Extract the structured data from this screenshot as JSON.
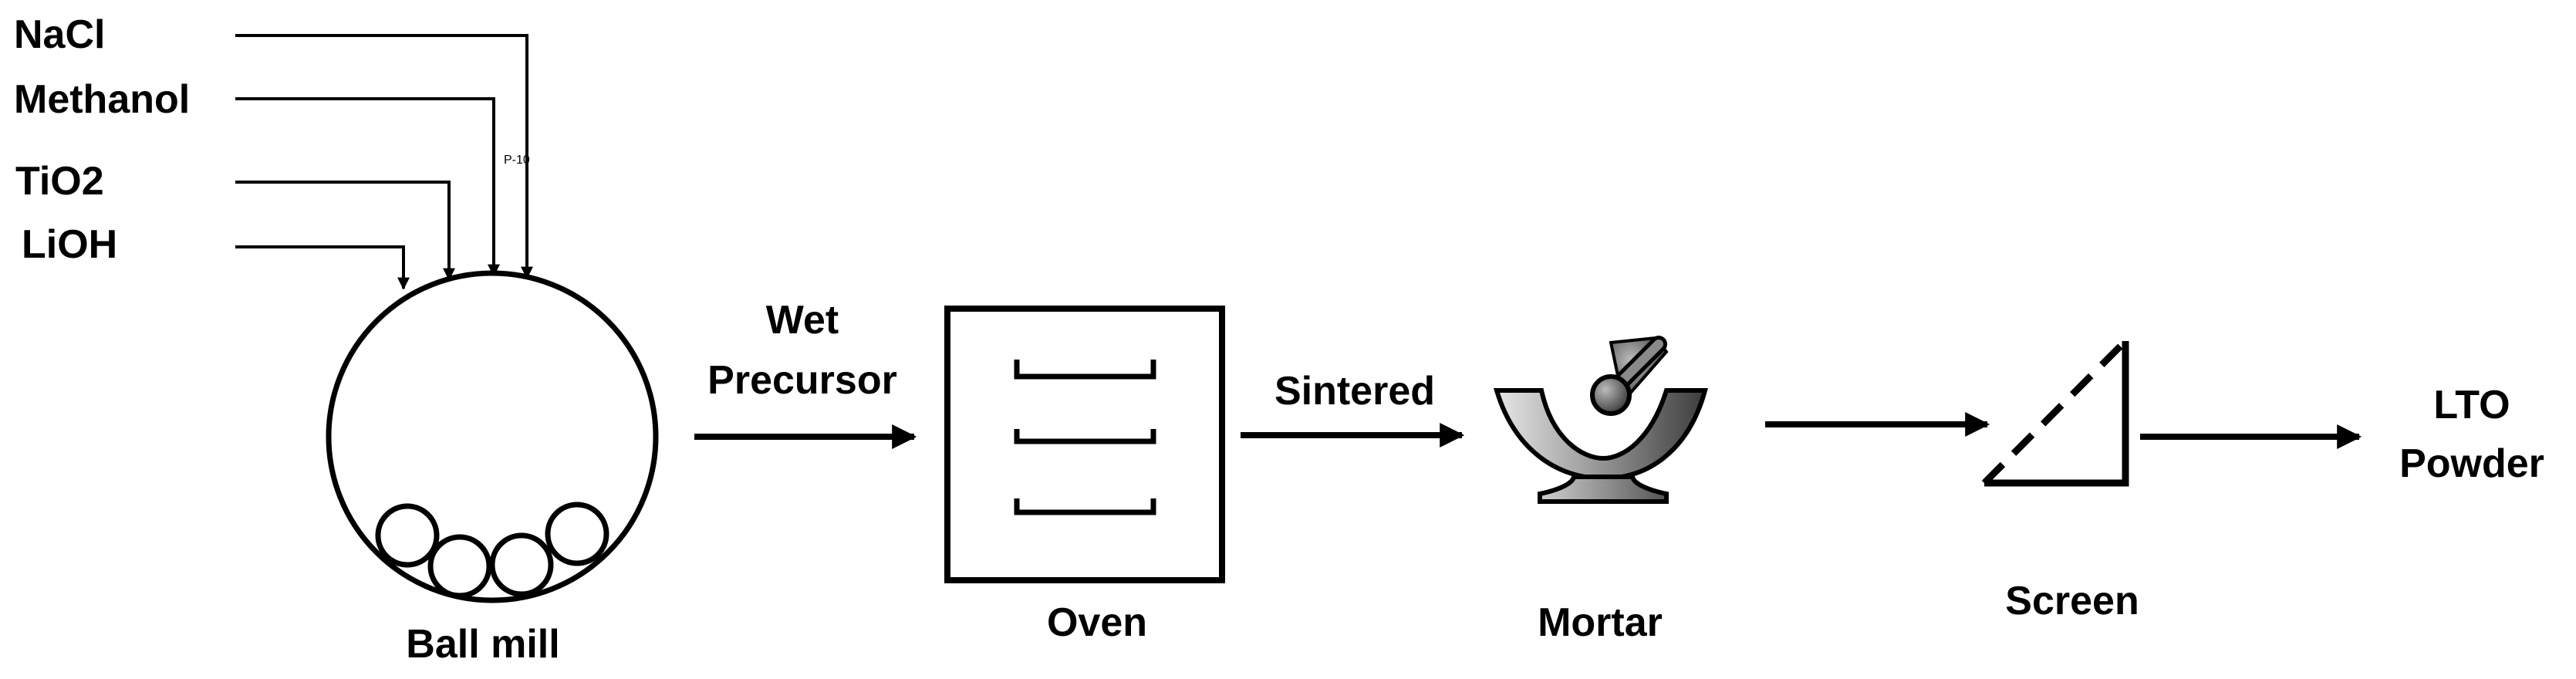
{
  "inputs": {
    "nacl": "NaCl",
    "methanol": "Methanol",
    "tio2": "TiO2",
    "lioh": "LiOH"
  },
  "small_label": "P-10",
  "units": {
    "ball_mill": "Ball mill",
    "oven": "Oven",
    "mortar": "Mortar",
    "screen": "Screen"
  },
  "flows": {
    "wet_1": "Wet",
    "wet_2": "Precursor",
    "sintered": "Sintered"
  },
  "output": {
    "line1": "LTO",
    "line2": "Powder"
  }
}
